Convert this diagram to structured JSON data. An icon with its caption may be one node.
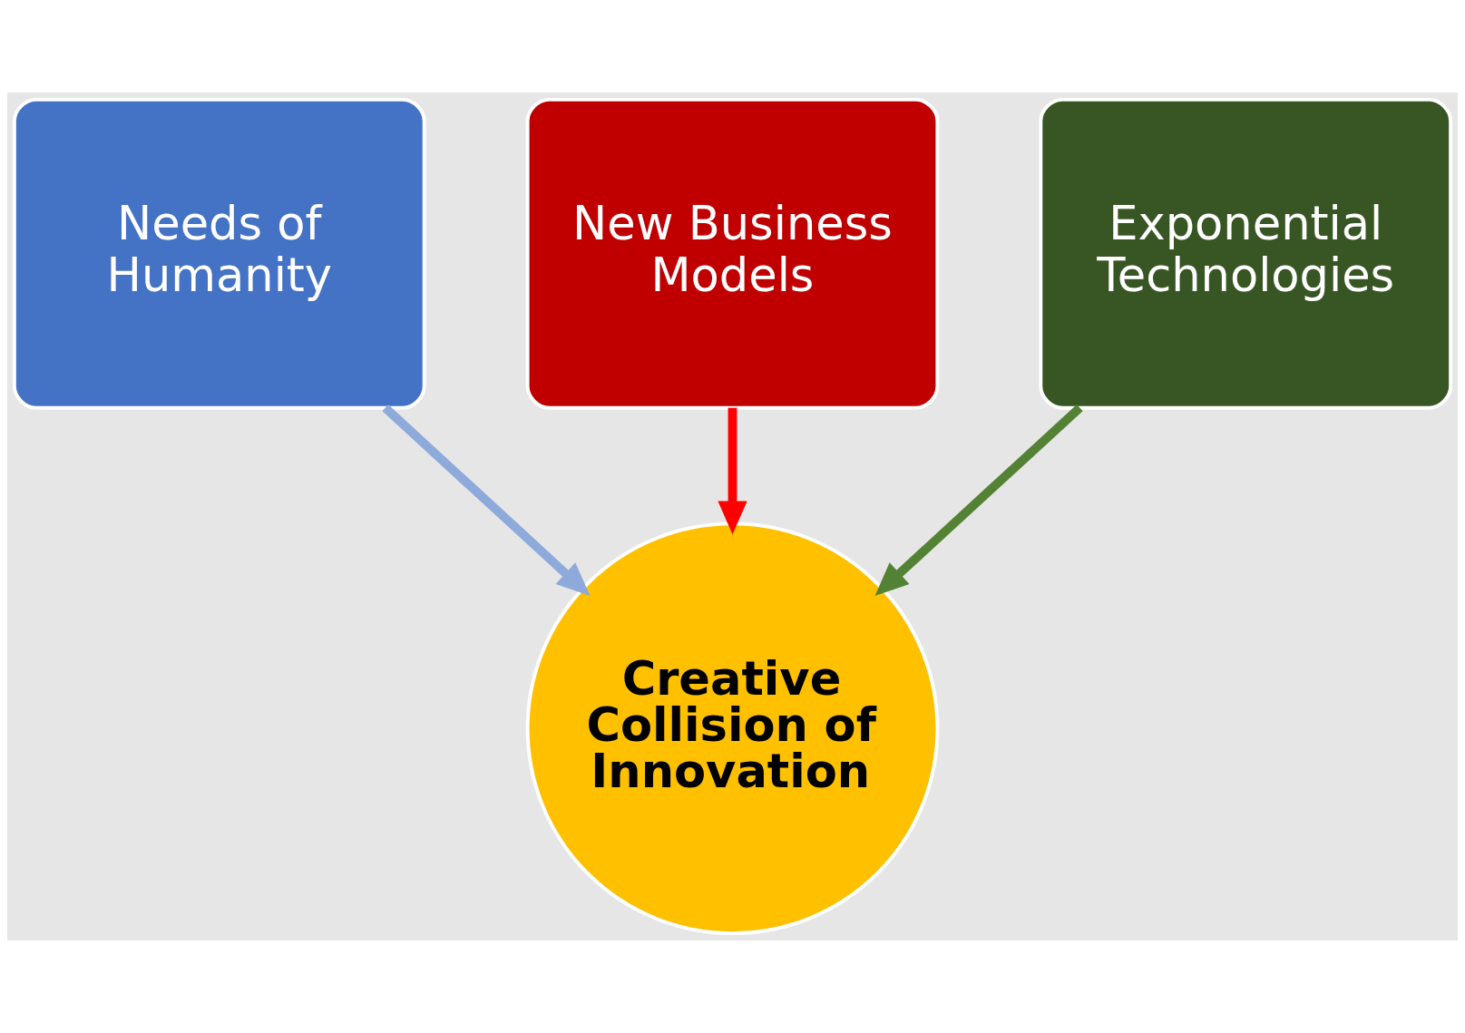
{
  "diagram": {
    "nodes": [
      {
        "text": [
          "New Business Models"
        ]
      },
      {
        "text": [
          "Needs of Humanity"
        ]
      },
      {
        "text": [
          "Exponential Technologies"
        ]
      },
      {
        "text": [
          "Creative Collision of Innovation"
        ]
      }
    ],
    "edges": [
      {
        "from": 0,
        "to": 3,
        "arrow": "to",
        "color": "#ff0000"
      },
      {
        "from": 1,
        "to": 3,
        "arrow": "to",
        "color": "#8eaadb"
      },
      {
        "from": 2,
        "to": 3,
        "arrow": "to",
        "color": "#548235"
      }
    ]
  }
}
